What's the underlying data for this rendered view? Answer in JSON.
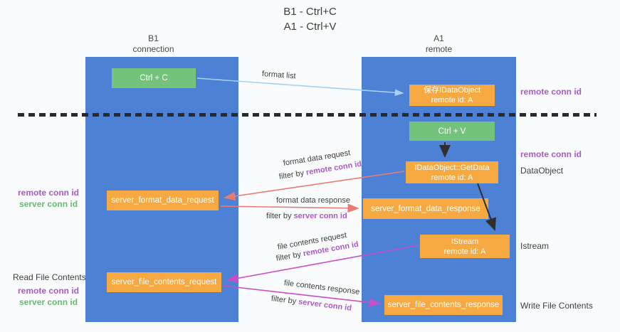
{
  "title": {
    "line1": "B1 - Ctrl+C",
    "line2": "A1 - Ctrl+V"
  },
  "columns": {
    "left": {
      "name": "B1",
      "role": "connection"
    },
    "right": {
      "name": "A1",
      "role": "remote"
    }
  },
  "boxes": {
    "ctrl_c": {
      "label": "Ctrl + C"
    },
    "save_idataobject": {
      "line1": "保存IDataObject",
      "line2": "remote id: A"
    },
    "ctrl_v": {
      "label": "Ctrl + V"
    },
    "getdata": {
      "line1": "IDataObject::GetData",
      "line2": "remote id: A"
    },
    "format_request": {
      "label": "server_format_data_request"
    },
    "format_response": {
      "label": "server_format_data_response"
    },
    "istream": {
      "line1": "IStream",
      "line2": "remote id: A"
    },
    "file_request": {
      "label": "server_file_contents_request"
    },
    "file_response": {
      "label": "server_file_contents_response"
    }
  },
  "side_labels": {
    "right_remote_conn_id_top": "remote conn id",
    "right_remote_conn_id_mid": "remote conn id",
    "right_dataobject": "DataObject",
    "right_istream": "Istream",
    "right_write_file_contents": "Write File Contents",
    "left_remote_conn_id_mid": "remote conn id",
    "left_server_conn_id_mid": "server conn id",
    "left_read_file_contents": "Read File Contents",
    "left_remote_conn_id_bottom": "remote conn id",
    "left_server_conn_id_bottom": "server conn id"
  },
  "arrow_labels": {
    "format_list": "format list",
    "format_data_request": "format data request",
    "format_data_response": "format data response",
    "file_contents_request": "file contents request",
    "file_contents_response": "file contents response",
    "filter_prefix": "filter by ",
    "remote_conn_id": "remote conn id",
    "server_conn_id": "server conn id"
  },
  "colors": {
    "column-blue": "#4d81d6",
    "box-green": "#74c37c",
    "box-orange": "#f7a941",
    "arrow-blue": "#a5d2f2",
    "arrow-salmon": "#e97c72",
    "arrow-magenta": "#c750c7",
    "arrow-black": "#2f2f2f",
    "label-purple": "#ab59c9",
    "label-green": "#62bd70",
    "text-dark": "#3f3f3f"
  }
}
